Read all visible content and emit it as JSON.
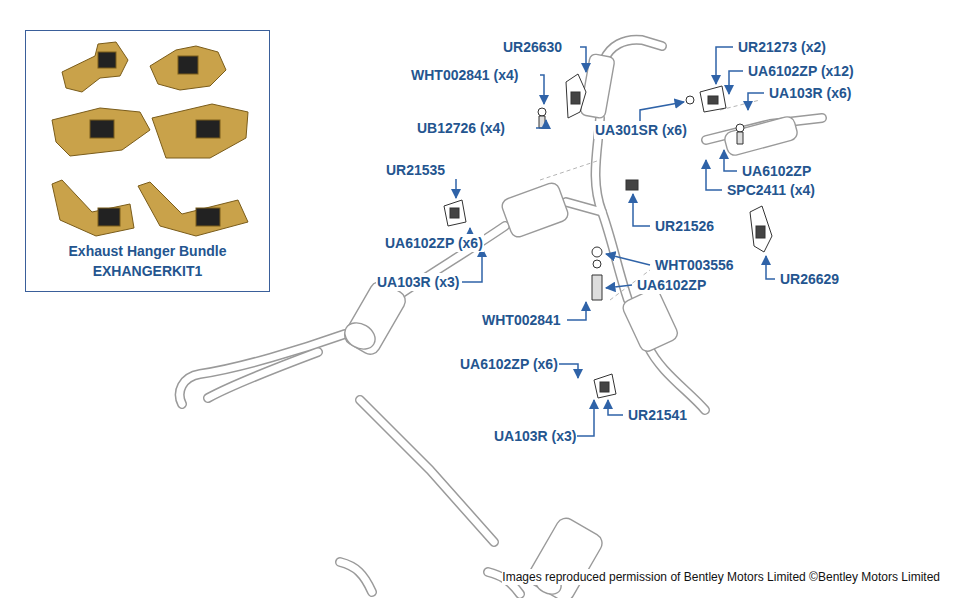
{
  "diagram": {
    "caption": "Images reproduced permission of Bentley Motors Limited ©Bentley Motors Limited",
    "nodes": [
      {
        "text": [
          "Exhaust Hanger Bundle",
          "EXHANGERKIT1"
        ]
      }
    ],
    "edges": [],
    "labels": [
      "UR26630",
      "WHT002841 (x4)",
      "UR21273 (x2)",
      "UA6102ZP (x12)",
      "UA103R (x6)",
      "UB12726 (x4)",
      "UA301SR (x6)",
      "UA6102ZP",
      "SPC2411 (x4)",
      "UR21535",
      "UR21526",
      "UR26629",
      "WHT003556",
      "UA6102ZP (x6)",
      "UA6102ZP",
      "UA103R (x3)",
      "WHT002841",
      "UA6102ZP (x6)",
      "UR21541",
      "UA103R (x3)"
    ]
  }
}
